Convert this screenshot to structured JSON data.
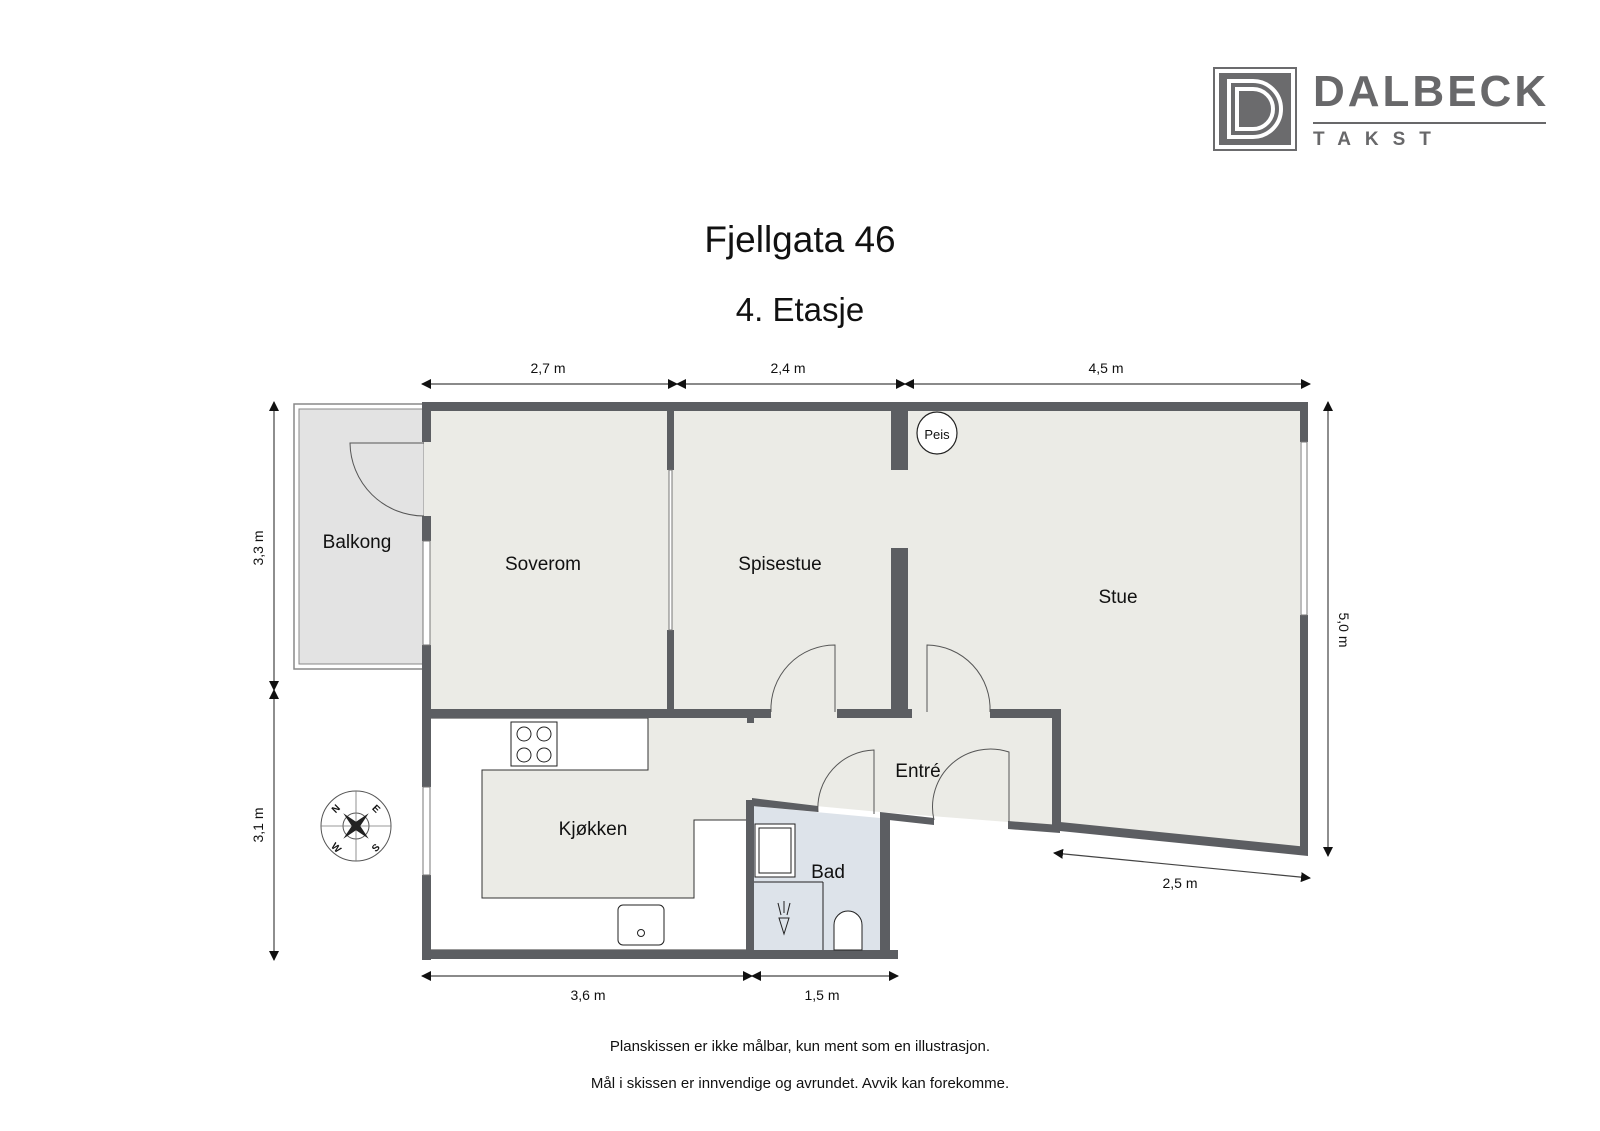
{
  "brand": {
    "name": "DALBECK",
    "sub": "TAKST",
    "color": "#68686a"
  },
  "header": {
    "title": "Fjellgata 46",
    "subtitle": "4. Etasje"
  },
  "rooms": {
    "balkong": "Balkong",
    "soverom": "Soverom",
    "spisestue": "Spisestue",
    "stue": "Stue",
    "peis": "Peis",
    "kjokken": "Kjøkken",
    "entre": "Entré",
    "bad": "Bad"
  },
  "dimensions": {
    "top": [
      "2,7 m",
      "2,4 m",
      "4,5 m"
    ],
    "left": [
      "3,3 m",
      "3,1 m"
    ],
    "right": "5,0 m",
    "bottom": [
      "3,6 m",
      "1,5 m"
    ],
    "bottom_right": "2,5 m"
  },
  "compass": {
    "labels": [
      "N",
      "E",
      "S",
      "W"
    ]
  },
  "notes": [
    "Planskissen er ikke målbar, kun ment som en illustrasjon.",
    "Mål i skissen er innvendige og avrundet. Avvik kan forekomme."
  ],
  "colors": {
    "wall": "#5c5e62",
    "floor": "#ebebe6",
    "balcony": "#e3e3e3",
    "bath": "#dde3ea"
  }
}
